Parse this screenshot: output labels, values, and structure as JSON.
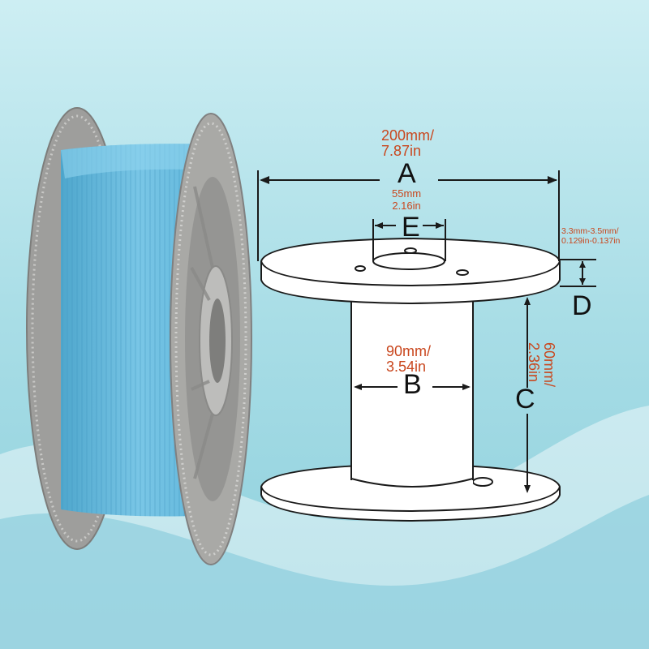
{
  "dimensions": {
    "A": {
      "letter": "A",
      "value_line1": "200mm/",
      "value_line2": "7.87in"
    },
    "E": {
      "letter": "E",
      "value_line1": "55mm",
      "value_line2": "2.16in"
    },
    "D": {
      "letter": "D",
      "value_line1": "3.3mm-3.5mm/",
      "value_line2": "0.129in-0.137in"
    },
    "B": {
      "letter": "B",
      "value_line1": "90mm/",
      "value_line2": "3.54in"
    },
    "C": {
      "letter": "C",
      "value_line1": "60mm/",
      "value_line2": "2.36in"
    }
  },
  "colors": {
    "background": "#a9dde6",
    "filament": "#6ec3e3",
    "spool_gray": "#a7a7a4",
    "dimension_text": "#c9471e"
  }
}
